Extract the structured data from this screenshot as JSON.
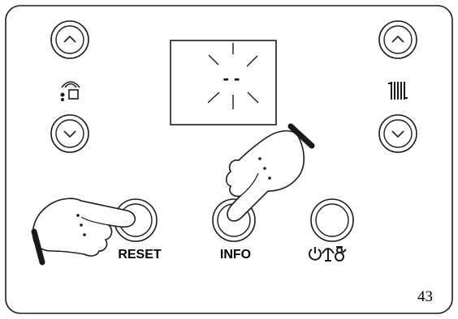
{
  "panel": {
    "display": {
      "reading": "- -"
    },
    "buttons": {
      "reset_label": "RESET",
      "info_label": "INFO"
    },
    "icons": {
      "dhw_up": "chevron-up-icon",
      "dhw_down": "chevron-down-icon",
      "heating_up": "chevron-up-icon",
      "heating_down": "chevron-down-icon",
      "dhw": "tap-water-icon",
      "heating": "radiator-icon",
      "mode": "power-summer-winter-icon",
      "hand": "pointing-hand-icon"
    }
  },
  "page_number": "43",
  "colors": {
    "stroke": "#1a1a1a",
    "background": "#ffffff"
  }
}
